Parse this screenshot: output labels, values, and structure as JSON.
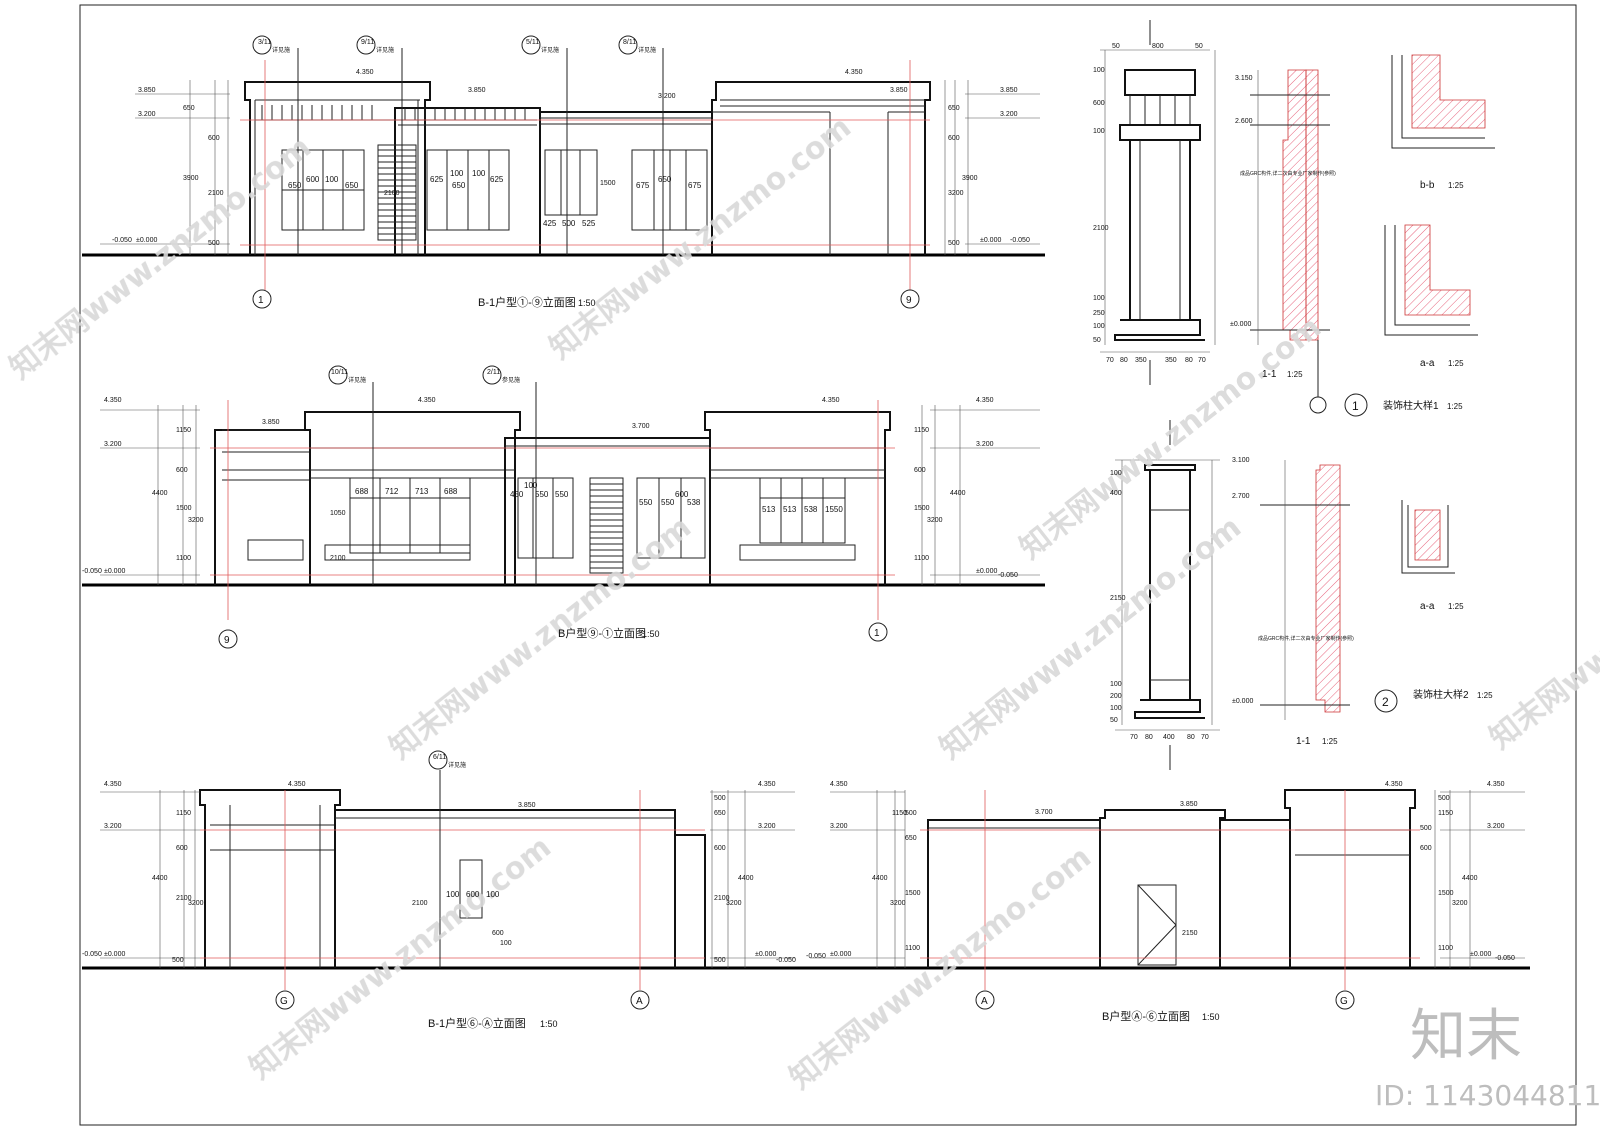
{
  "elevations": [
    {
      "title": "B-1户型①-⑨立面图",
      "scale": "1:50",
      "left_axis": "1",
      "right_axis": "9",
      "levels_left": [
        "3.850",
        "3.200",
        "-0.050",
        "±0.000"
      ],
      "levels_right": [
        "3.850",
        "3.200",
        "±0.000",
        "-0.050"
      ],
      "tops": [
        "4.350",
        "3.850",
        "3.200",
        "4.350",
        "3.850"
      ],
      "dims_left": [
        "650",
        "600",
        "2100",
        "500",
        "3900"
      ],
      "dims_right": [
        "650",
        "600",
        "3200",
        "500",
        "3900"
      ],
      "window_dims": [
        "650",
        "600",
        "100",
        "650",
        "625",
        "100",
        "650",
        "100",
        "625",
        "675",
        "650",
        "675",
        "425",
        "500",
        "525",
        "1500",
        "2100"
      ],
      "callouts": [
        "3/11",
        "9/11",
        "5/11",
        "8/11"
      ],
      "callout_note": "详见施"
    },
    {
      "title": "B户型⑨-①立面图",
      "scale": "1:50",
      "left_axis": "9",
      "right_axis": "1",
      "levels_left": [
        "4.350",
        "3.200",
        "-0.050",
        "±0.000"
      ],
      "levels_right": [
        "4.350",
        "3.200",
        "±0.000",
        "-0.050"
      ],
      "tops": [
        "3.850",
        "4.350",
        "3.700",
        "4.350"
      ],
      "dims_left": [
        "1150",
        "600",
        "1500",
        "1100",
        "4400",
        "3200"
      ],
      "dims_right": [
        "1150",
        "600",
        "1500",
        "1100",
        "4400",
        "3200"
      ],
      "window_dims": [
        "688",
        "712",
        "713",
        "688",
        "450",
        "100",
        "550",
        "550",
        "550",
        "550",
        "600",
        "538",
        "513",
        "513",
        "538",
        "1550",
        "1050",
        "2100"
      ],
      "callouts": [
        "10/11",
        "2/11"
      ],
      "callout_notes": [
        "详见施",
        "参见施"
      ]
    },
    {
      "title": "B-1户型⑥-Ⓐ立面图",
      "scale": "1:50",
      "left_axis": "G",
      "right_axis": "A",
      "levels_left": [
        "4.350",
        "3.200",
        "-0.050",
        "±0.000"
      ],
      "levels_right": [
        "4.350",
        "3.200",
        "±0.000",
        "-0.050"
      ],
      "tops": [
        "4.350",
        "3.850"
      ],
      "dims_left": [
        "1150",
        "600",
        "2100",
        "500",
        "4400",
        "3200"
      ],
      "dims_right": [
        "500",
        "650",
        "600",
        "2100",
        "500",
        "4400",
        "3200"
      ],
      "window_dims": [
        "100",
        "600",
        "100",
        "2100",
        "600",
        "100"
      ],
      "callouts": [
        "6/11"
      ],
      "callout_note": "详见施"
    },
    {
      "title": "B户型Ⓐ-⑥立面图",
      "scale": "1:50",
      "left_axis": "A",
      "right_axis": "G",
      "levels_left": [
        "4.350",
        "3.200",
        "-0.050",
        "±0.000"
      ],
      "levels_right": [
        "4.350",
        "3.200",
        "±0.000",
        "-0.050"
      ],
      "tops": [
        "3.700",
        "3.850",
        "4.350"
      ],
      "dims_left": [
        "1150",
        "500",
        "650",
        "1500",
        "1100",
        "4400",
        "3200"
      ],
      "dims_right": [
        "500",
        "1150",
        "500",
        "600",
        "1500",
        "1100",
        "4400",
        "3200"
      ],
      "window_dims": [
        "2150"
      ]
    }
  ],
  "details": [
    {
      "id": "1",
      "title": "装饰柱大样1",
      "scale": "1:25",
      "section_label": "1-1",
      "section_scale": "1:25",
      "plan_bb": "b-b",
      "plan_bb_scale": "1:25",
      "plan_aa": "a-a",
      "plan_aa_scale": "1:25",
      "dims_top": [
        "50",
        "800",
        "50"
      ],
      "dims_bottom": [
        "70",
        "80",
        "350",
        "350",
        "80",
        "70"
      ],
      "dims_vertical": [
        "100",
        "600",
        "100",
        "2100",
        "100",
        "250",
        "100",
        "50"
      ],
      "levels": [
        "3.150",
        "2.600",
        "±0.000"
      ],
      "material_note": "成品GRC构件,详二次由专业厂家制作(参照)"
    },
    {
      "id": "2",
      "title": "装饰柱大样2",
      "scale": "1:25",
      "section_label": "1-1",
      "section_scale": "1:25",
      "plan_aa": "a-a",
      "plan_aa_scale": "1:25",
      "dims_bottom": [
        "70",
        "80",
        "400",
        "80",
        "70"
      ],
      "dims_vertical": [
        "100",
        "400",
        "2150",
        "100",
        "200",
        "100",
        "50"
      ],
      "levels": [
        "3.100",
        "2.700",
        "±0.000"
      ],
      "material_note": "成品GRC构件,详二次由专业厂家制作(参照)"
    }
  ],
  "watermark": {
    "text": "知末网www.znzmo.com",
    "brand": "知末",
    "id_text": "ID: 1143044811"
  }
}
